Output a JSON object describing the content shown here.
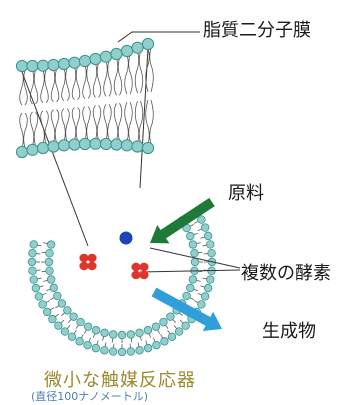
{
  "labels": {
    "lipid_bilayer": "脂質二分子膜",
    "raw_material": "原料",
    "enzymes": "複数の酵素",
    "product": "生成物",
    "reactor": "微小な触媒反応器",
    "diameter": "(直径100ナノメートル)"
  },
  "colors": {
    "lipid_head": "#8fd0cc",
    "lipid_head_stroke": "#3f8f8f",
    "lipid_tail": "#555555",
    "enzyme": "#e0352b",
    "substrate": "#1a44b8",
    "input_arrow": "#1f7a3a",
    "output_arrow": "#2e9fd8",
    "reactor_text": "#9a8a2c",
    "diameter_text": "#4a7fb5"
  }
}
